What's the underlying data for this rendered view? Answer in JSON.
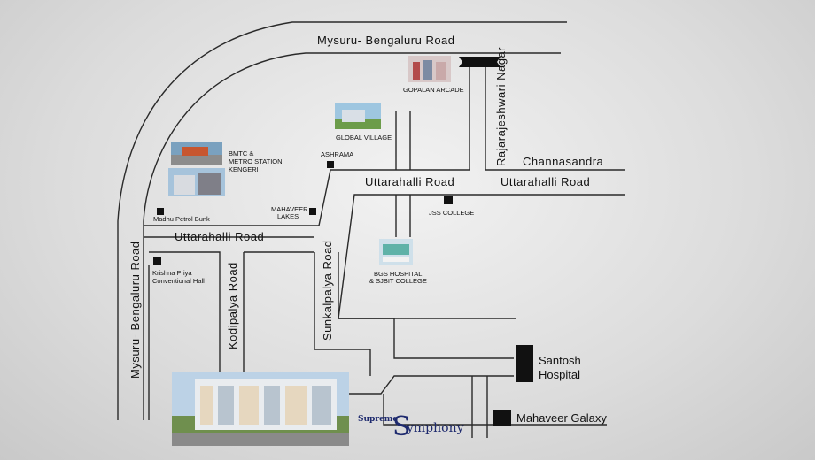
{
  "roads": {
    "mysuru_top": "Mysuru- Bengaluru  Road",
    "mysuru_left": "Mysuru- Bengaluru  Road",
    "rajarajeshwari": "Rajarajeshwari Nagar",
    "channasandra": "Channasandra",
    "uttarahalli_center": "Uttarahalli  Road",
    "uttarahalli_right": "Uttarahalli  Road",
    "uttarahalli_left": "Uttarahalli  Road",
    "sunkalpalya": "Sunkalpalya Road",
    "kodipalya": "Kodipalya Road"
  },
  "places": {
    "gopalan": "GOPALAN ARCADE",
    "global_village": "GLOBAL VILLAGE",
    "bmtc_1": "BMTC &",
    "bmtc_2": "METRO STATION",
    "bmtc_3": "KENGERI",
    "ashrama": "ASHRAMA",
    "madhu": "Madhu Petrol Bunk",
    "mahaveer_lakes_1": "MAHAVEER",
    "mahaveer_lakes_2": "LAKES",
    "jss": "JSS COLLEGE",
    "bgs_1": "BGS HOSPITAL",
    "bgs_2": "& SJBIT COLLEGE",
    "krishna_1": "Krishna Priya",
    "krishna_2": "Conventional Hall",
    "santosh_1": "Santosh",
    "santosh_2": "Hospital",
    "mahaveer_galaxy": "Mahaveer Galaxy"
  },
  "brand": {
    "line1": "Supreme",
    "line2": "ymphony"
  },
  "colors": {
    "road": "#2a2a2a",
    "brand": "#1e2a6e"
  }
}
